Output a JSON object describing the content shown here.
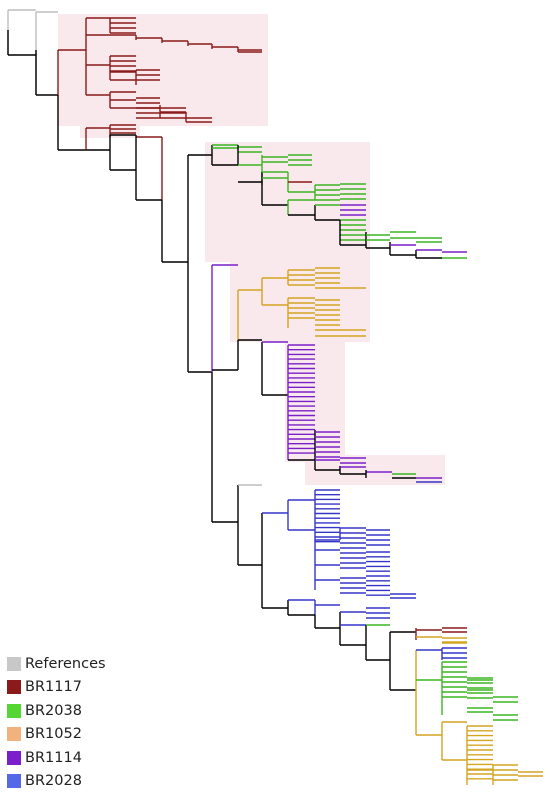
{
  "colors": {
    "References": "#bdbdbd",
    "BR1117": "#8b1a1a",
    "BR2038": "#3cb521",
    "BR1052": "#d4a420",
    "BR1114": "#7a1fc9",
    "BR2028": "#3535c8",
    "backbone": "#000000",
    "halo": "#f9e9ec"
  },
  "legend": [
    {
      "label": "References",
      "swatch": "#c8c8c8"
    },
    {
      "label": "BR1117",
      "swatch": "#8b1a1a"
    },
    {
      "label": "BR2038",
      "swatch": "#55d633"
    },
    {
      "label": "BR1052",
      "swatch": "#f2b27e"
    },
    {
      "label": "BR1114",
      "swatch": "#7a1fc9"
    },
    {
      "label": "BR2028",
      "swatch": "#5569e8"
    }
  ]
}
